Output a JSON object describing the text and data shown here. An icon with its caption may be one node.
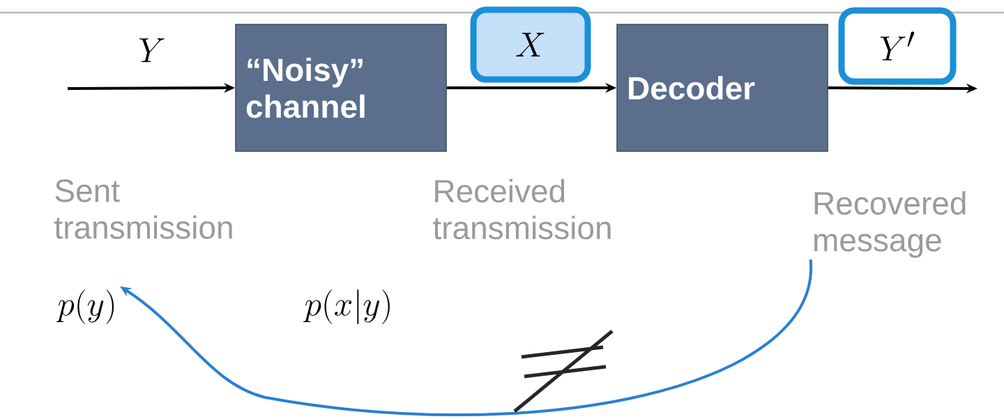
{
  "diagram": {
    "nodes": [
      {
        "text": [
          "“Noisy” channel"
        ]
      },
      {
        "text": [
          "X"
        ]
      },
      {
        "text": [
          "Decoder"
        ]
      },
      {
        "text": [
          "Y'"
        ]
      },
      {
        "text": [
          "p(y)"
        ]
      },
      {
        "text": [
          "Recovered message"
        ]
      }
    ],
    "edges": [
      {
        "from": null,
        "to": 0,
        "arrow": "to",
        "label": "Y"
      },
      {
        "from": 0,
        "to": 2,
        "arrow": "to"
      },
      {
        "from": 2,
        "to": null,
        "arrow": "to"
      },
      {
        "from": 5,
        "to": 4,
        "arrow": "to",
        "color": "#2a7fd4"
      }
    ],
    "labels": [
      "Sent transmission",
      "Received transmission",
      "p(x|y)"
    ]
  }
}
